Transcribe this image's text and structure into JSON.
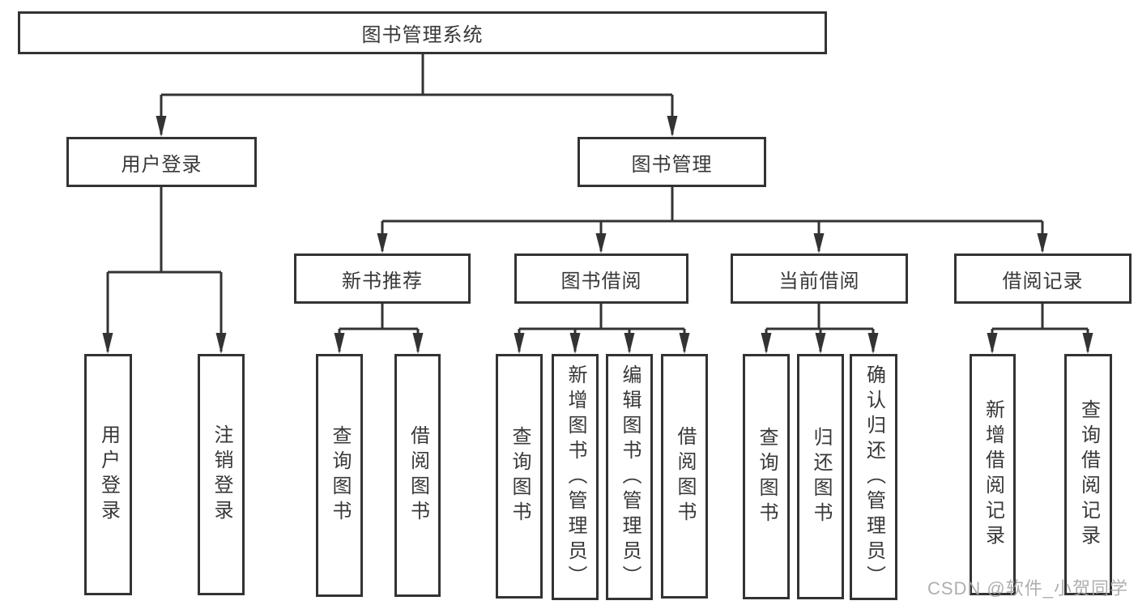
{
  "diagram": {
    "title_node": "图书管理系统",
    "nodes": {
      "root": "图书管理系统",
      "user_login": "用户登录",
      "book_management": "图书管理",
      "new_book_recommend": "新书推荐",
      "book_borrow": "图书借阅",
      "current_borrow": "当前借阅",
      "borrow_record": "借阅记录",
      "leaf_user_login": "用户登录",
      "leaf_logout": "注销登录",
      "leaf_rec_query_book": "查询图书",
      "leaf_rec_borrow_book": "借阅图书",
      "leaf_bb_query_book": "查询图书",
      "leaf_bb_add_book": "新增图书（管理员）",
      "leaf_bb_edit_book": "编辑图书（管理员）",
      "leaf_bb_borrow_book": "借阅图书",
      "leaf_cb_query_book": "查询图书",
      "leaf_cb_return_book": "归还图书",
      "leaf_cb_confirm_return": "确认归还（管理员）",
      "leaf_br_add_record": "新增借阅记录",
      "leaf_br_query_record": "查询借阅记录"
    },
    "colors": {
      "line": "#333333",
      "box_border": "#333333",
      "text": "#383838",
      "background": "#ffffff",
      "watermark": "#a8a8a8"
    }
  },
  "watermark": "CSDN @软件_小贺同学"
}
